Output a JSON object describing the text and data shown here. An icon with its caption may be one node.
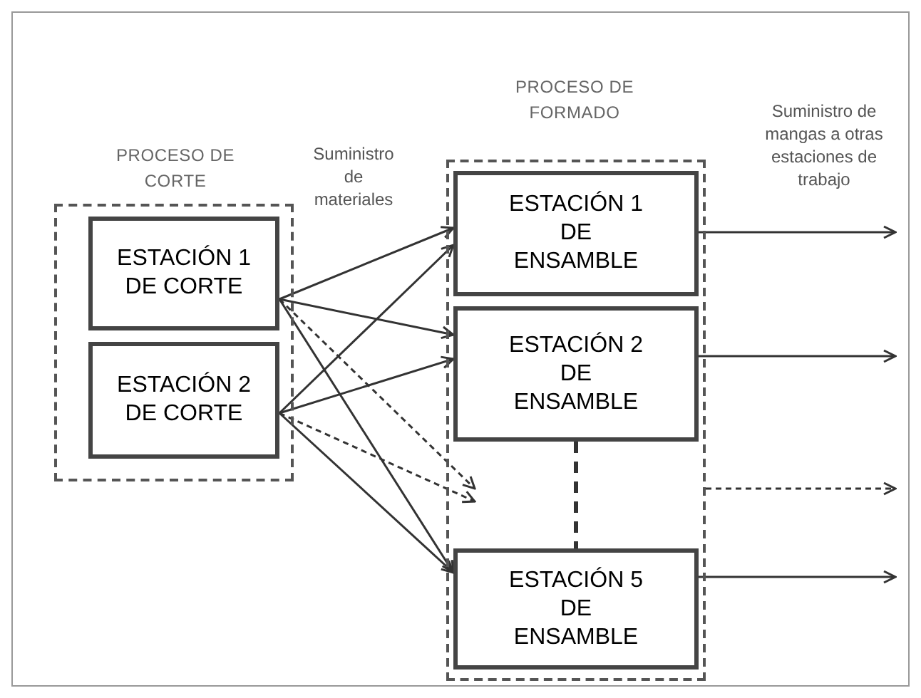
{
  "diagram": {
    "nodes": [
      {
        "text": [
          "PROCESO DE CORTE"
        ]
      },
      {
        "text": [
          "ESTACIÓN 1 DE CORTE"
        ],
        "in": 0
      },
      {
        "text": [
          "ESTACIÓN 2 DE CORTE"
        ],
        "in": 0
      },
      {
        "text": [
          "PROCESO DE FORMADO"
        ]
      },
      {
        "text": [
          "ESTACIÓN 1 DE ENSAMBLE"
        ],
        "in": 3
      },
      {
        "text": [
          "ESTACIÓN 2 DE ENSAMBLE"
        ],
        "in": 3
      },
      {
        "text": [
          "ESTACIÓN 5 DE ENSAMBLE"
        ],
        "in": 3
      }
    ],
    "edges": [
      {
        "from": 1,
        "to": 4,
        "arrow": "to"
      },
      {
        "from": 1,
        "to": 5,
        "arrow": "to"
      },
      {
        "from": 1,
        "to": 3,
        "arrow": "to",
        "style": "dashed"
      },
      {
        "from": 1,
        "to": 6,
        "arrow": "to"
      },
      {
        "from": 2,
        "to": 4,
        "arrow": "to"
      },
      {
        "from": 2,
        "to": 5,
        "arrow": "to"
      },
      {
        "from": 2,
        "to": 3,
        "arrow": "to",
        "style": "dashed"
      },
      {
        "from": 2,
        "to": 6,
        "arrow": "to"
      },
      {
        "from": 4,
        "to": null,
        "arrow": "to"
      },
      {
        "from": 5,
        "to": null,
        "arrow": "to"
      },
      {
        "from": 3,
        "to": null,
        "arrow": "to",
        "style": "dashed"
      },
      {
        "from": 6,
        "to": null,
        "arrow": "to"
      },
      {
        "from": 5,
        "to": 6,
        "arrow": "none",
        "style": "dashed"
      }
    ],
    "labels": [
      "Suministro de materiales",
      "Suministro de mangas a otras estaciones de trabajo"
    ]
  }
}
